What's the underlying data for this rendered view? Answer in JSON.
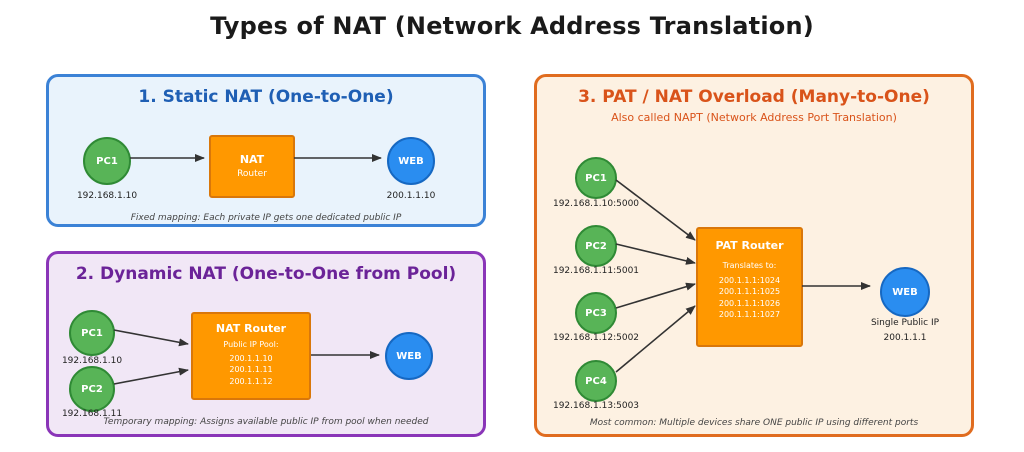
{
  "title": "Types of NAT (Network Address Translation)",
  "colors": {
    "pc": "#58b457",
    "web": "#2a8df0",
    "router": "#ff9800",
    "static": "#3b82d6",
    "dynamic": "#8a35b8",
    "pat": "#e06c1f"
  },
  "static": {
    "heading": "1. Static NAT (One-to-One)",
    "pc_label": "PC1",
    "pc_ip": "192.168.1.10",
    "router_name": "NAT",
    "router_sub": "Router",
    "web_label": "WEB",
    "web_ip": "200.1.1.10",
    "note": "Fixed mapping: Each private IP gets one dedicated public IP"
  },
  "dynamic": {
    "heading": "2. Dynamic NAT (One-to-One from Pool)",
    "pcs": [
      {
        "label": "PC1",
        "ip": "192.168.1.10"
      },
      {
        "label": "PC2",
        "ip": "192.168.1.11"
      }
    ],
    "router_name": "NAT Router",
    "router_sub": "Public IP Pool:",
    "pool": [
      "200.1.1.10",
      "200.1.1.11",
      "200.1.1.12"
    ],
    "web_label": "WEB",
    "note": "Temporary mapping: Assigns available public IP from pool when needed"
  },
  "pat": {
    "heading": "3. PAT / NAT Overload (Many-to-One)",
    "subheading": "Also called NAPT (Network Address Port Translation)",
    "pcs": [
      {
        "label": "PC1",
        "ip": "192.168.1.10:5000"
      },
      {
        "label": "PC2",
        "ip": "192.168.1.11:5001"
      },
      {
        "label": "PC3",
        "ip": "192.168.1.12:5002"
      },
      {
        "label": "PC4",
        "ip": "192.168.1.13:5003"
      }
    ],
    "router_name": "PAT Router",
    "router_sub": "Translates to:",
    "ports": [
      "200.1.1.1:1024",
      "200.1.1.1:1025",
      "200.1.1.1:1026",
      "200.1.1.1:1027"
    ],
    "web_label": "WEB",
    "web_caption": "Single Public IP",
    "web_ip": "200.1.1.1",
    "note": "Most common: Multiple devices share ONE public IP using different ports"
  }
}
